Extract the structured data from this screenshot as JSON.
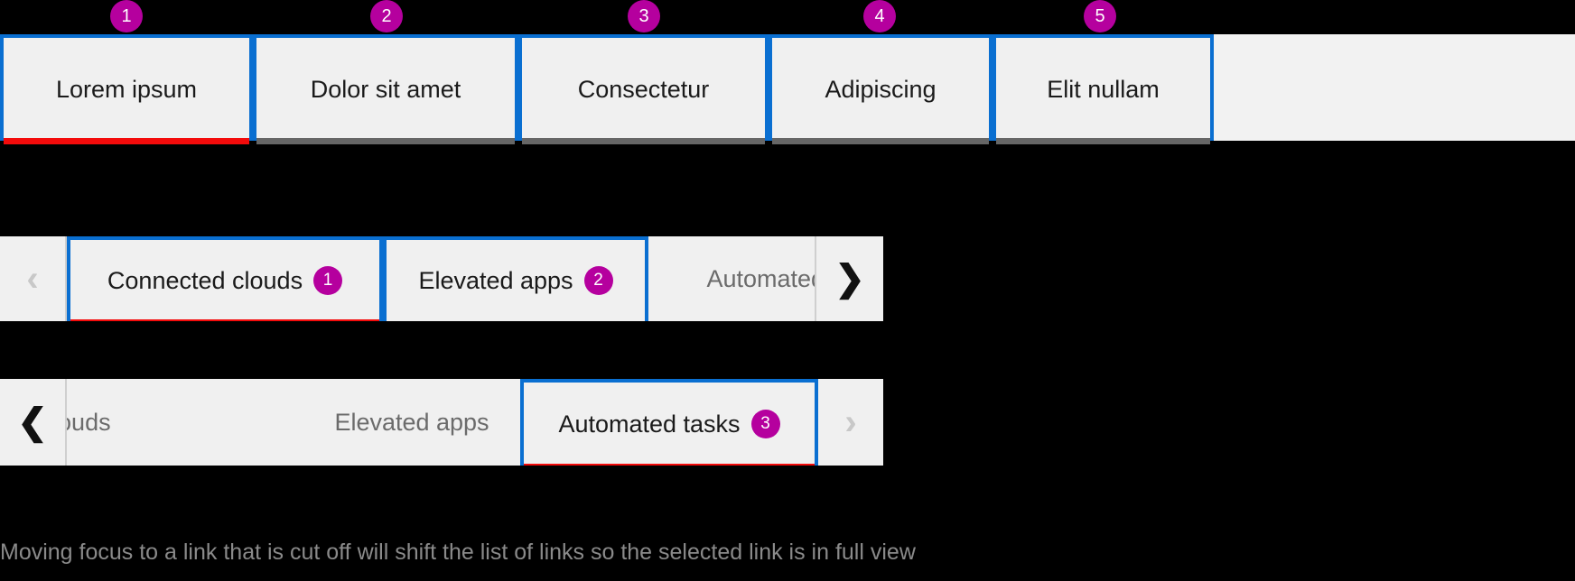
{
  "page": {
    "background_color": "#000000",
    "accent_blue": "#0a6fd1",
    "selected_red": "#f30b0b",
    "unselected_gray": "#666666",
    "badge_magenta": "#b5009e",
    "surface_gray": "#f0f0f0"
  },
  "callouts": [
    {
      "label": "1"
    },
    {
      "label": "2"
    },
    {
      "label": "3"
    },
    {
      "label": "4"
    },
    {
      "label": "5"
    }
  ],
  "tabstrip": {
    "tabs": [
      {
        "label": "Lorem ipsum",
        "state": "selected",
        "underline": "#f30b0b"
      },
      {
        "label": "Dolor sit amet",
        "state": "unselected",
        "underline": "#666666"
      },
      {
        "label": "Consectetur",
        "state": "unselected",
        "underline": "#666666"
      },
      {
        "label": "Adipiscing",
        "state": "unselected",
        "underline": "#666666"
      },
      {
        "label": "Elit nullam",
        "state": "unselected",
        "underline": "#666666"
      }
    ]
  },
  "scroller_top": {
    "prev_icon": "chevron-left-icon",
    "prev_label": "‹",
    "prev_enabled": false,
    "next_icon": "chevron-right-icon",
    "next_label": "❯",
    "next_enabled": true,
    "links": [
      {
        "label": "Connected clouds",
        "badge": "1",
        "focused": true,
        "selected": true,
        "cut_off": false
      },
      {
        "label": "Elevated apps",
        "badge": "2",
        "focused": true,
        "selected": false,
        "cut_off": false
      },
      {
        "label": "Automated tasks",
        "badge": "",
        "focused": false,
        "selected": false,
        "cut_off": true
      }
    ]
  },
  "scroller_bottom": {
    "prev_icon": "chevron-left-icon",
    "prev_label": "❮",
    "prev_enabled": true,
    "next_icon": "chevron-right-icon",
    "next_label": "›",
    "next_enabled": false,
    "links": [
      {
        "label": "cted clouds",
        "badge": "",
        "focused": false,
        "selected": false,
        "cut_off": true
      },
      {
        "label": "Elevated apps",
        "badge": "",
        "focused": false,
        "selected": false,
        "cut_off": false
      },
      {
        "label": "Automated tasks",
        "badge": "3",
        "focused": true,
        "selected": true,
        "cut_off": false
      }
    ]
  },
  "caption": {
    "text": "Moving focus to a link that is cut off will shift the list of links so the selected link is in full view"
  }
}
